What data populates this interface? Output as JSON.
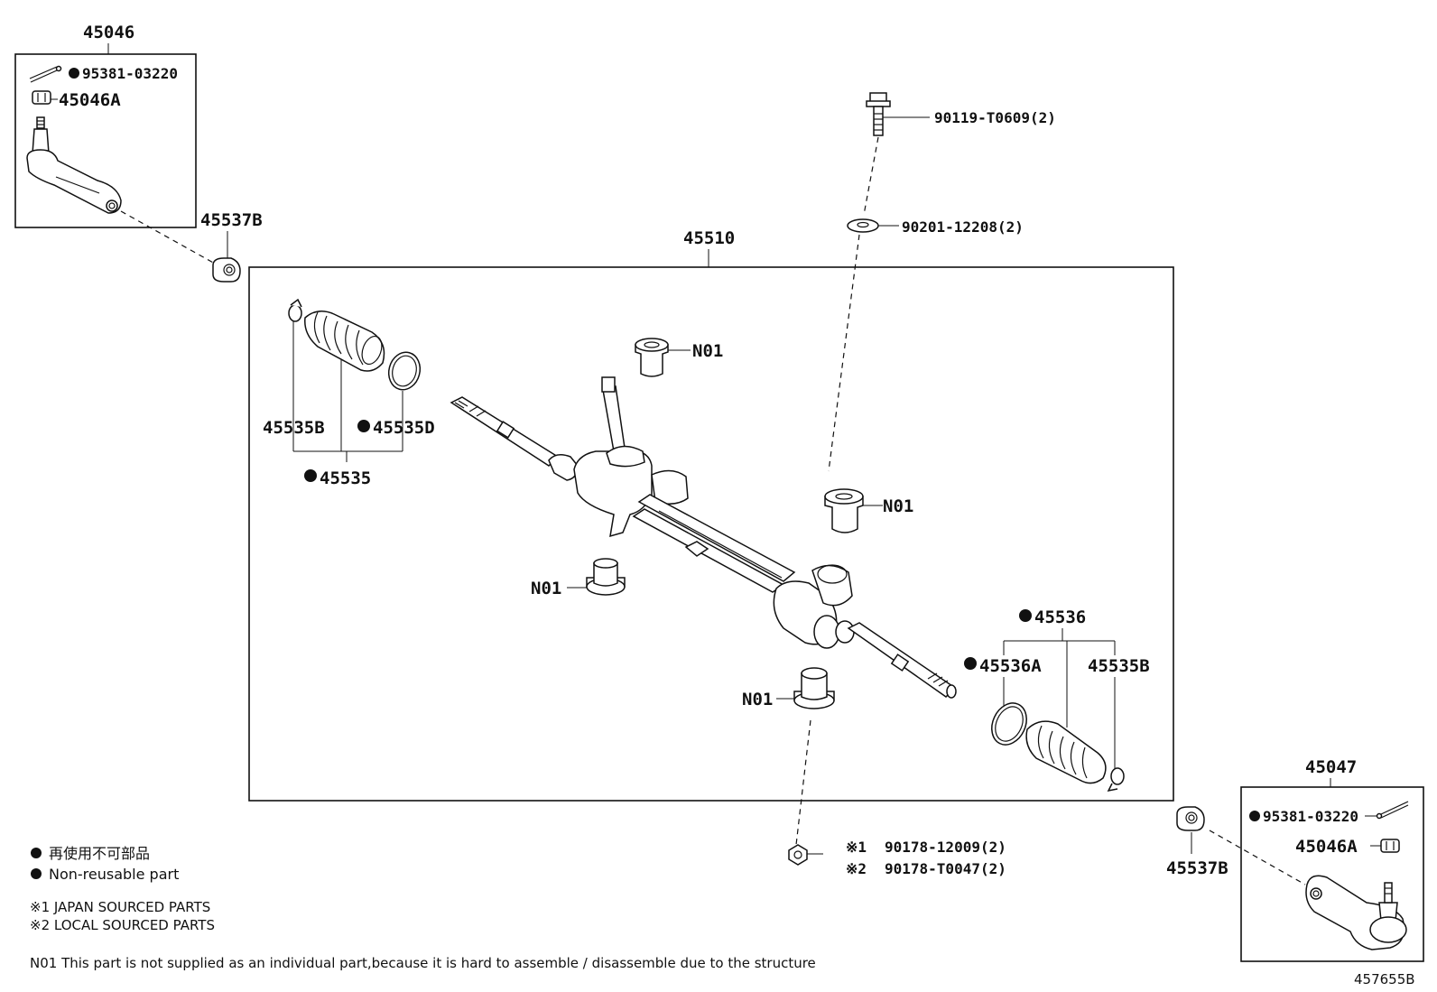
{
  "assembly": {
    "rack": "45510",
    "tie_rod_end_lh": "45046",
    "tie_rod_end_rh": "45047",
    "cotter_pin_lh": "95381-03220",
    "cotter_pin_rh": "95381-03220",
    "nut_lh": "45046A",
    "nut_rh": "45046A",
    "lock_nut_lh": "45537B",
    "lock_nut_rh": "45537B",
    "bolt": "90119-T0609(2)",
    "washer": "90201-12208(2)",
    "boot_kit_lh": "45535",
    "boot_clamp_lh": "45535B",
    "boot_band_lh": "45535D",
    "boot_kit_rh": "45536",
    "boot_band_rh": "45536A",
    "boot_clamp_rh": "45535B",
    "bushing_1": "N01",
    "bushing_2": "N01",
    "bushing_3": "N01",
    "bushing_4": "N01",
    "nut_japan_mark": "※1",
    "nut_japan": "90178-12009(2)",
    "nut_local_mark": "※2",
    "nut_local": "90178-T0047(2)"
  },
  "legend": {
    "non_reusable_jp": "再使用不可部品",
    "non_reusable_en": "Non-reusable part",
    "japan_sourced": "※1 JAPAN SOURCED PARTS",
    "local_sourced": "※2 LOCAL SOURCED PARTS",
    "n01_note": "N01 This part is not supplied as an individual part,because it is hard to assemble / disassemble due to the structure"
  },
  "illustration_id": "457655B"
}
